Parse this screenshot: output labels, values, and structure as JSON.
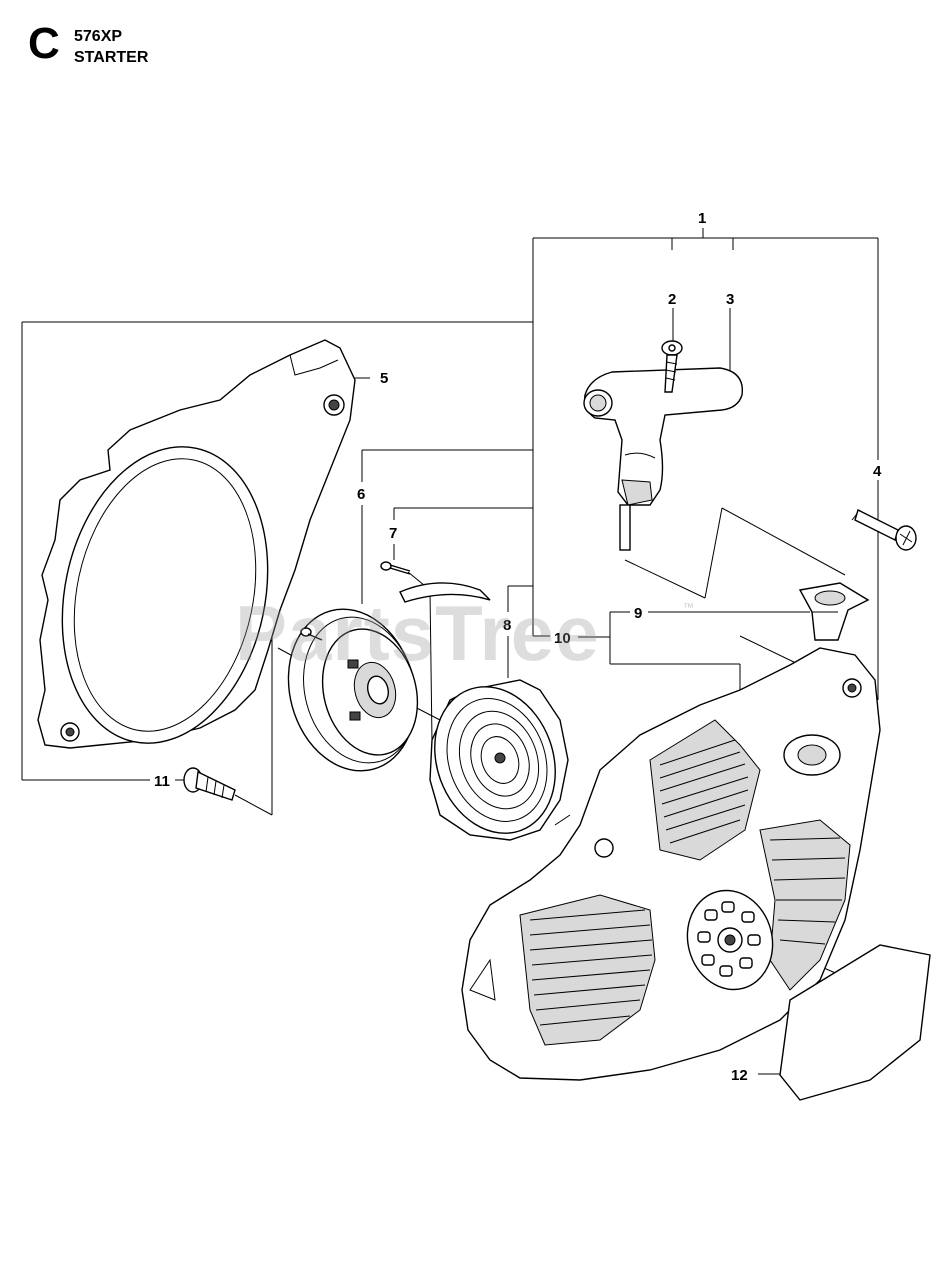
{
  "header": {
    "section_letter": "C",
    "model": "576XP",
    "title": "STARTER"
  },
  "watermark": {
    "text": "PartsTree",
    "trademark": "™"
  },
  "callouts": {
    "c1": "1",
    "c2": "2",
    "c3": "3",
    "c4": "4",
    "c5": "5",
    "c6": "6",
    "c7": "7",
    "c8": "8",
    "c9": "9",
    "c10": "10",
    "c11": "11",
    "c12": "12"
  }
}
